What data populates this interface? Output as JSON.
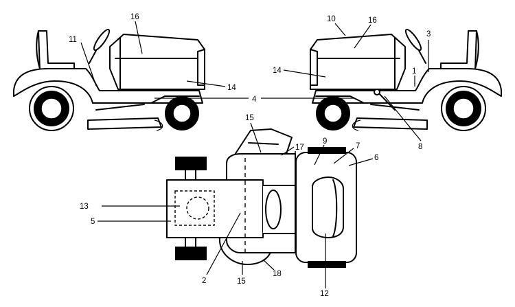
{
  "diagram": {
    "title": "Riding mower decal locations",
    "stroke_color": "#000000",
    "background_color": "#ffffff",
    "callouts": {
      "c1": "1",
      "c2": "2",
      "c3": "3",
      "c4": "4",
      "c5": "5",
      "c6": "6",
      "c7": "7",
      "c8": "8",
      "c9": "9",
      "c10": "10",
      "c11": "11",
      "c12": "12",
      "c13": "13",
      "c14_left": "14",
      "c14_right": "14",
      "c15_top": "15",
      "c15_bottom": "15",
      "c16_left": "16",
      "c16_right": "16",
      "c17": "17",
      "c18": "18"
    }
  }
}
